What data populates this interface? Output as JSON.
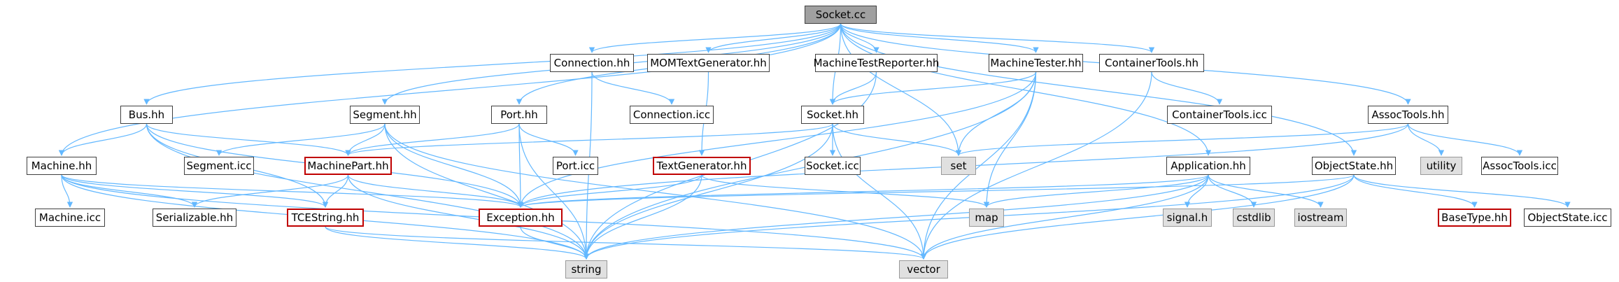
{
  "diagram": {
    "edge_color": "#63b8ff",
    "nodes": [
      {
        "id": "socket_cc",
        "label": "Socket.cc",
        "style": "root"
      },
      {
        "id": "connection_hh",
        "label": "Connection.hh",
        "style": "normal"
      },
      {
        "id": "momtextgen_hh",
        "label": "MOMTextGenerator.hh",
        "style": "normal"
      },
      {
        "id": "mtreporter_hh",
        "label": "MachineTestReporter.hh",
        "style": "normal"
      },
      {
        "id": "machinetester_hh",
        "label": "MachineTester.hh",
        "style": "normal"
      },
      {
        "id": "containertools_hh",
        "label": "ContainerTools.hh",
        "style": "normal"
      },
      {
        "id": "bus_hh",
        "label": "Bus.hh",
        "style": "normal"
      },
      {
        "id": "segment_hh",
        "label": "Segment.hh",
        "style": "normal"
      },
      {
        "id": "port_hh",
        "label": "Port.hh",
        "style": "normal"
      },
      {
        "id": "connection_icc",
        "label": "Connection.icc",
        "style": "normal"
      },
      {
        "id": "socket_hh",
        "label": "Socket.hh",
        "style": "normal"
      },
      {
        "id": "containertools_icc",
        "label": "ContainerTools.icc",
        "style": "normal"
      },
      {
        "id": "assoctools_hh",
        "label": "AssocTools.hh",
        "style": "normal"
      },
      {
        "id": "machine_hh",
        "label": "Machine.hh",
        "style": "normal"
      },
      {
        "id": "segment_icc",
        "label": "Segment.icc",
        "style": "normal"
      },
      {
        "id": "machinepart_hh",
        "label": "MachinePart.hh",
        "style": "red"
      },
      {
        "id": "port_icc",
        "label": "Port.icc",
        "style": "normal"
      },
      {
        "id": "textgenerator_hh",
        "label": "TextGenerator.hh",
        "style": "red"
      },
      {
        "id": "socket_icc",
        "label": "Socket.icc",
        "style": "normal"
      },
      {
        "id": "set",
        "label": "set",
        "style": "grey"
      },
      {
        "id": "utility",
        "label": "utility",
        "style": "grey"
      },
      {
        "id": "assoctools_icc",
        "label": "AssocTools.icc",
        "style": "normal"
      },
      {
        "id": "application_hh",
        "label": "Application.hh",
        "style": "normal"
      },
      {
        "id": "objectstate_hh",
        "label": "ObjectState.hh",
        "style": "normal"
      },
      {
        "id": "machine_icc",
        "label": "Machine.icc",
        "style": "normal"
      },
      {
        "id": "serializable_hh",
        "label": "Serializable.hh",
        "style": "normal"
      },
      {
        "id": "tcestring_hh",
        "label": "TCEString.hh",
        "style": "red"
      },
      {
        "id": "exception_hh",
        "label": "Exception.hh",
        "style": "red"
      },
      {
        "id": "map",
        "label": "map",
        "style": "grey"
      },
      {
        "id": "signal_h",
        "label": "signal.h",
        "style": "grey"
      },
      {
        "id": "cstdlib",
        "label": "cstdlib",
        "style": "grey"
      },
      {
        "id": "iostream",
        "label": "iostream",
        "style": "grey"
      },
      {
        "id": "basetype_hh",
        "label": "BaseType.hh",
        "style": "red"
      },
      {
        "id": "objectstate_icc",
        "label": "ObjectState.icc",
        "style": "normal"
      },
      {
        "id": "string",
        "label": "string",
        "style": "grey"
      },
      {
        "id": "vector",
        "label": "vector",
        "style": "grey"
      }
    ],
    "edges": [
      [
        "socket_cc",
        "connection_hh"
      ],
      [
        "socket_cc",
        "momtextgen_hh"
      ],
      [
        "socket_cc",
        "mtreporter_hh"
      ],
      [
        "socket_cc",
        "machinetester_hh"
      ],
      [
        "socket_cc",
        "containertools_hh"
      ],
      [
        "socket_cc",
        "bus_hh"
      ],
      [
        "socket_cc",
        "segment_hh"
      ],
      [
        "socket_cc",
        "port_hh"
      ],
      [
        "socket_cc",
        "socket_hh"
      ],
      [
        "socket_cc",
        "assoctools_hh"
      ],
      [
        "socket_cc",
        "machine_hh"
      ],
      [
        "socket_cc",
        "set"
      ],
      [
        "socket_cc",
        "application_hh"
      ],
      [
        "socket_cc",
        "objectstate_hh"
      ],
      [
        "connection_hh",
        "connection_icc"
      ],
      [
        "connection_hh",
        "string"
      ],
      [
        "momtextgen_hh",
        "textgenerator_hh"
      ],
      [
        "mtreporter_hh",
        "socket_hh"
      ],
      [
        "mtreporter_hh",
        "string"
      ],
      [
        "machinetester_hh",
        "socket_hh"
      ],
      [
        "machinetester_hh",
        "set"
      ],
      [
        "machinetester_hh",
        "map"
      ],
      [
        "machinetester_hh",
        "exception_hh"
      ],
      [
        "machinetester_hh",
        "vector"
      ],
      [
        "machinetester_hh",
        "string"
      ],
      [
        "containertools_hh",
        "containertools_icc"
      ],
      [
        "containertools_hh",
        "vector"
      ],
      [
        "bus_hh",
        "machine_hh"
      ],
      [
        "bus_hh",
        "machinepart_hh"
      ],
      [
        "bus_hh",
        "exception_hh"
      ],
      [
        "bus_hh",
        "string"
      ],
      [
        "bus_hh",
        "tcestring_hh"
      ],
      [
        "segment_hh",
        "segment_icc"
      ],
      [
        "segment_hh",
        "machinepart_hh"
      ],
      [
        "segment_hh",
        "exception_hh"
      ],
      [
        "segment_hh",
        "string"
      ],
      [
        "segment_hh",
        "vector"
      ],
      [
        "port_hh",
        "port_icc"
      ],
      [
        "port_hh",
        "machinepart_hh"
      ],
      [
        "port_hh",
        "exception_hh"
      ],
      [
        "port_hh",
        "string"
      ],
      [
        "socket_hh",
        "machinepart_hh"
      ],
      [
        "socket_hh",
        "socket_icc"
      ],
      [
        "socket_hh",
        "set"
      ],
      [
        "socket_hh",
        "vector"
      ],
      [
        "socket_hh",
        "string"
      ],
      [
        "assoctools_hh",
        "set"
      ],
      [
        "assoctools_hh",
        "utility"
      ],
      [
        "assoctools_hh",
        "assoctools_icc"
      ],
      [
        "assoctools_hh",
        "exception_hh"
      ],
      [
        "machine_hh",
        "machine_icc"
      ],
      [
        "machine_hh",
        "serializable_hh"
      ],
      [
        "machine_hh",
        "exception_hh"
      ],
      [
        "machine_hh",
        "tcestring_hh"
      ],
      [
        "machine_hh",
        "string"
      ],
      [
        "machine_hh",
        "vector"
      ],
      [
        "machinepart_hh",
        "serializable_hh"
      ],
      [
        "machinepart_hh",
        "tcestring_hh"
      ],
      [
        "machinepart_hh",
        "exception_hh"
      ],
      [
        "machinepart_hh",
        "string"
      ],
      [
        "textgenerator_hh",
        "exception_hh"
      ],
      [
        "textgenerator_hh",
        "map"
      ],
      [
        "textgenerator_hh",
        "string"
      ],
      [
        "application_hh",
        "exception_hh"
      ],
      [
        "application_hh",
        "map"
      ],
      [
        "application_hh",
        "signal_h"
      ],
      [
        "application_hh",
        "cstdlib"
      ],
      [
        "application_hh",
        "iostream"
      ],
      [
        "application_hh",
        "string"
      ],
      [
        "application_hh",
        "vector"
      ],
      [
        "objectstate_hh",
        "basetype_hh"
      ],
      [
        "objectstate_hh",
        "objectstate_icc"
      ],
      [
        "objectstate_hh",
        "exception_hh"
      ],
      [
        "objectstate_hh",
        "string"
      ],
      [
        "objectstate_hh",
        "vector"
      ],
      [
        "tcestring_hh",
        "string"
      ],
      [
        "tcestring_hh",
        "vector"
      ],
      [
        "exception_hh",
        "string"
      ]
    ]
  }
}
